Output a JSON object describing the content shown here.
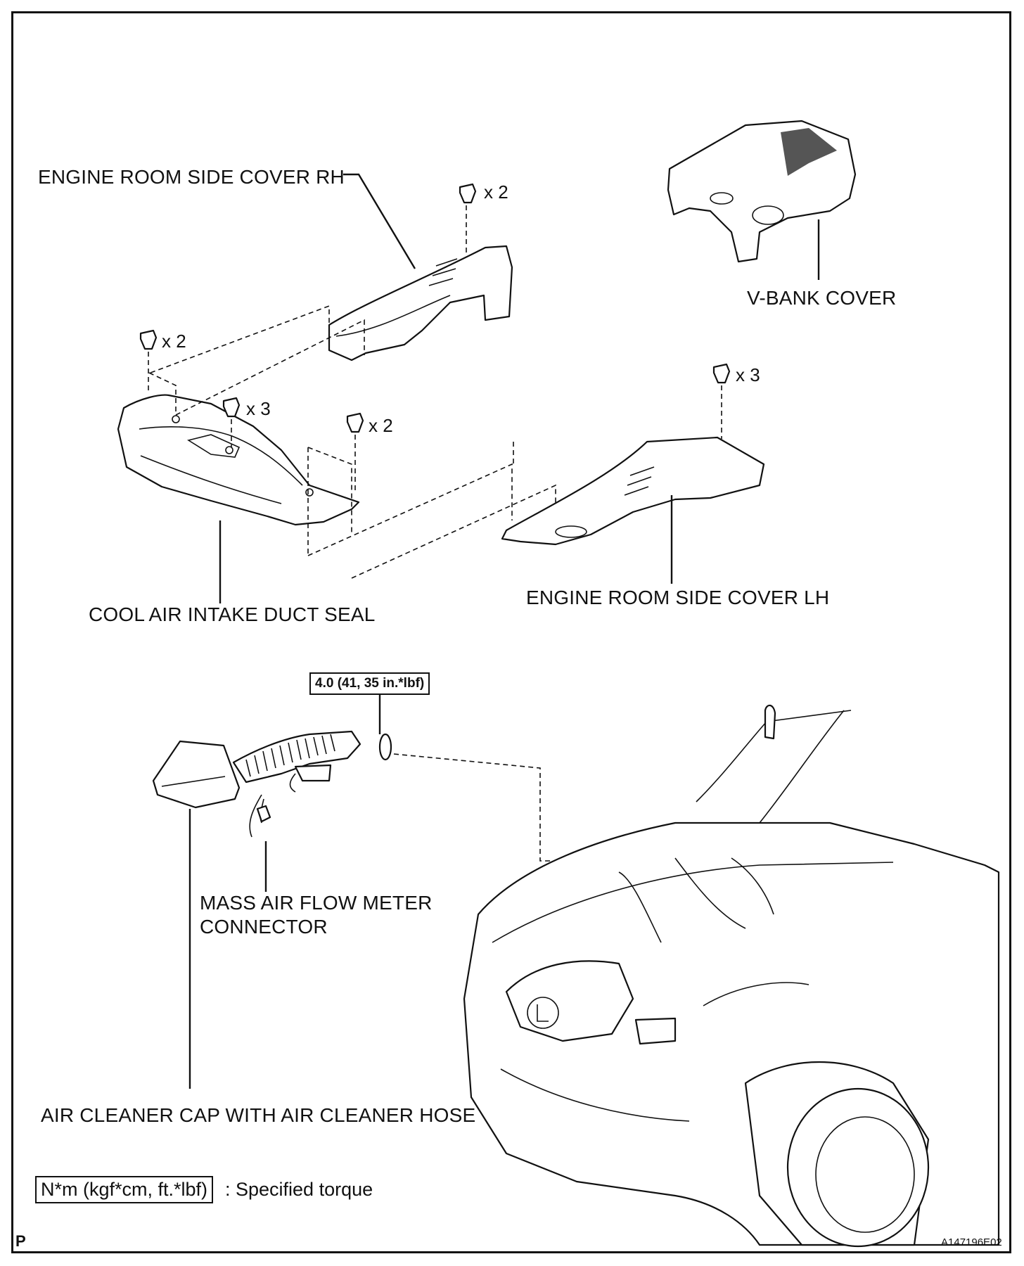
{
  "labels": {
    "engine_room_side_cover_rh": "ENGINE ROOM SIDE COVER RH",
    "v_bank_cover": "V-BANK COVER",
    "cool_air_intake_duct_seal": "COOL AIR INTAKE DUCT SEAL",
    "engine_room_side_cover_lh": "ENGINE ROOM SIDE COVER LH",
    "mass_air_flow_meter_connector_line1": "MASS AIR FLOW METER",
    "mass_air_flow_meter_connector_line2": "CONNECTOR",
    "air_cleaner_cap": "AIR CLEANER CAP WITH AIR CLEANER HOSE"
  },
  "clip_counts": {
    "rh_cover": "x 2",
    "seal_left": "x 2",
    "seal_mid": "x 3",
    "seal_right": "x 2",
    "lh_cover": "x 3"
  },
  "torque_spec": "4.0 (41, 35 in.*lbf)",
  "legend": {
    "unit_box": "N*m (kgf*cm, ft.*lbf)",
    "description": ": Specified torque"
  },
  "corner_mark": "P",
  "figure_id": "A147196E02"
}
